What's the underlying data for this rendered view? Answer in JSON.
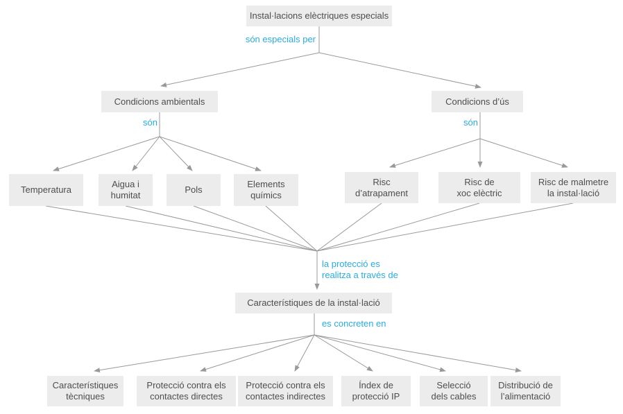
{
  "diagram_title": "Instal·lacions elèctriques especials",
  "colors": {
    "background": "#ffffff",
    "node_bg": "#ececec",
    "node_text": "#4d4d4d",
    "connector": "#999999",
    "relation_label": "#29abe2"
  },
  "nodes": {
    "root": {
      "label": "Instal·lacions elèctriques especials"
    },
    "condicions_ambientals": {
      "label": "Condicions ambientals"
    },
    "condicions_dus": {
      "label": "Condicions d’ús"
    },
    "temperatura": {
      "label": "Temperatura"
    },
    "aigua_humitat": {
      "label": "Aigua i\nhumitat"
    },
    "pols": {
      "label": "Pols"
    },
    "elements_quimics": {
      "label": "Elements\nquímics"
    },
    "risc_atrapament": {
      "label": "Risc\nd’atrapament"
    },
    "risc_xoc_electric": {
      "label": "Risc de\nxoc elèctric"
    },
    "risc_malmetre": {
      "label": "Risc de malmetre\nla instal·lació"
    },
    "caracteristiques_installacio": {
      "label": "Característiques de la instal·lació"
    },
    "caracteristiques_tecniques": {
      "label": "Característiques\ntècniques"
    },
    "proteccio_directes": {
      "label": "Protecció contra els\ncontactes directes"
    },
    "proteccio_indirectes": {
      "label": "Protecció contra els\ncontactes indirectes"
    },
    "index_proteccio_ip": {
      "label": "Índex de\nprotecció IP"
    },
    "seleccio_cables": {
      "label": "Selecció\ndels cables"
    },
    "distribucio_alimentacio": {
      "label": "Distribució de\nl’alimentació"
    }
  },
  "edge_labels": {
    "especials_per": "són especials per",
    "son_ambientals": "són",
    "son_dus": "són",
    "proteccio_traves": "la protecció es\nrealitza a través de",
    "concreten": "es concreten en"
  }
}
